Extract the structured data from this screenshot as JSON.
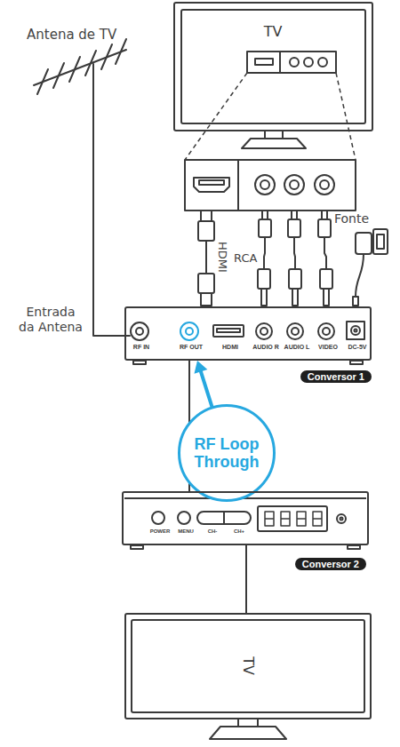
{
  "diagram": {
    "nodes": [
      {
        "text": [
          "TV"
        ]
      },
      {
        "text": [
          "RF IN",
          "RF OUT",
          "HDMI",
          "AUDIO R",
          "AUDIO L",
          "VIDEO",
          "DC-5V",
          "Conversor 1"
        ]
      },
      {
        "text": [
          "RF Loop Through"
        ]
      },
      {
        "text": [
          "POWER",
          "MENU",
          "CH-",
          "CH+",
          "Conversor 2"
        ]
      },
      {
        "text": [
          "TV"
        ]
      }
    ],
    "edges": [
      {
        "from": 1,
        "to": 3,
        "arrow": "none"
      },
      {
        "from": 2,
        "to": 1,
        "arrow": "to"
      },
      {
        "from": 3,
        "to": 4,
        "arrow": "none"
      }
    ],
    "labels": [
      "Antena de TV",
      "Entrada da Antena",
      "HDMI",
      "RCA",
      "Fonte"
    ]
  }
}
